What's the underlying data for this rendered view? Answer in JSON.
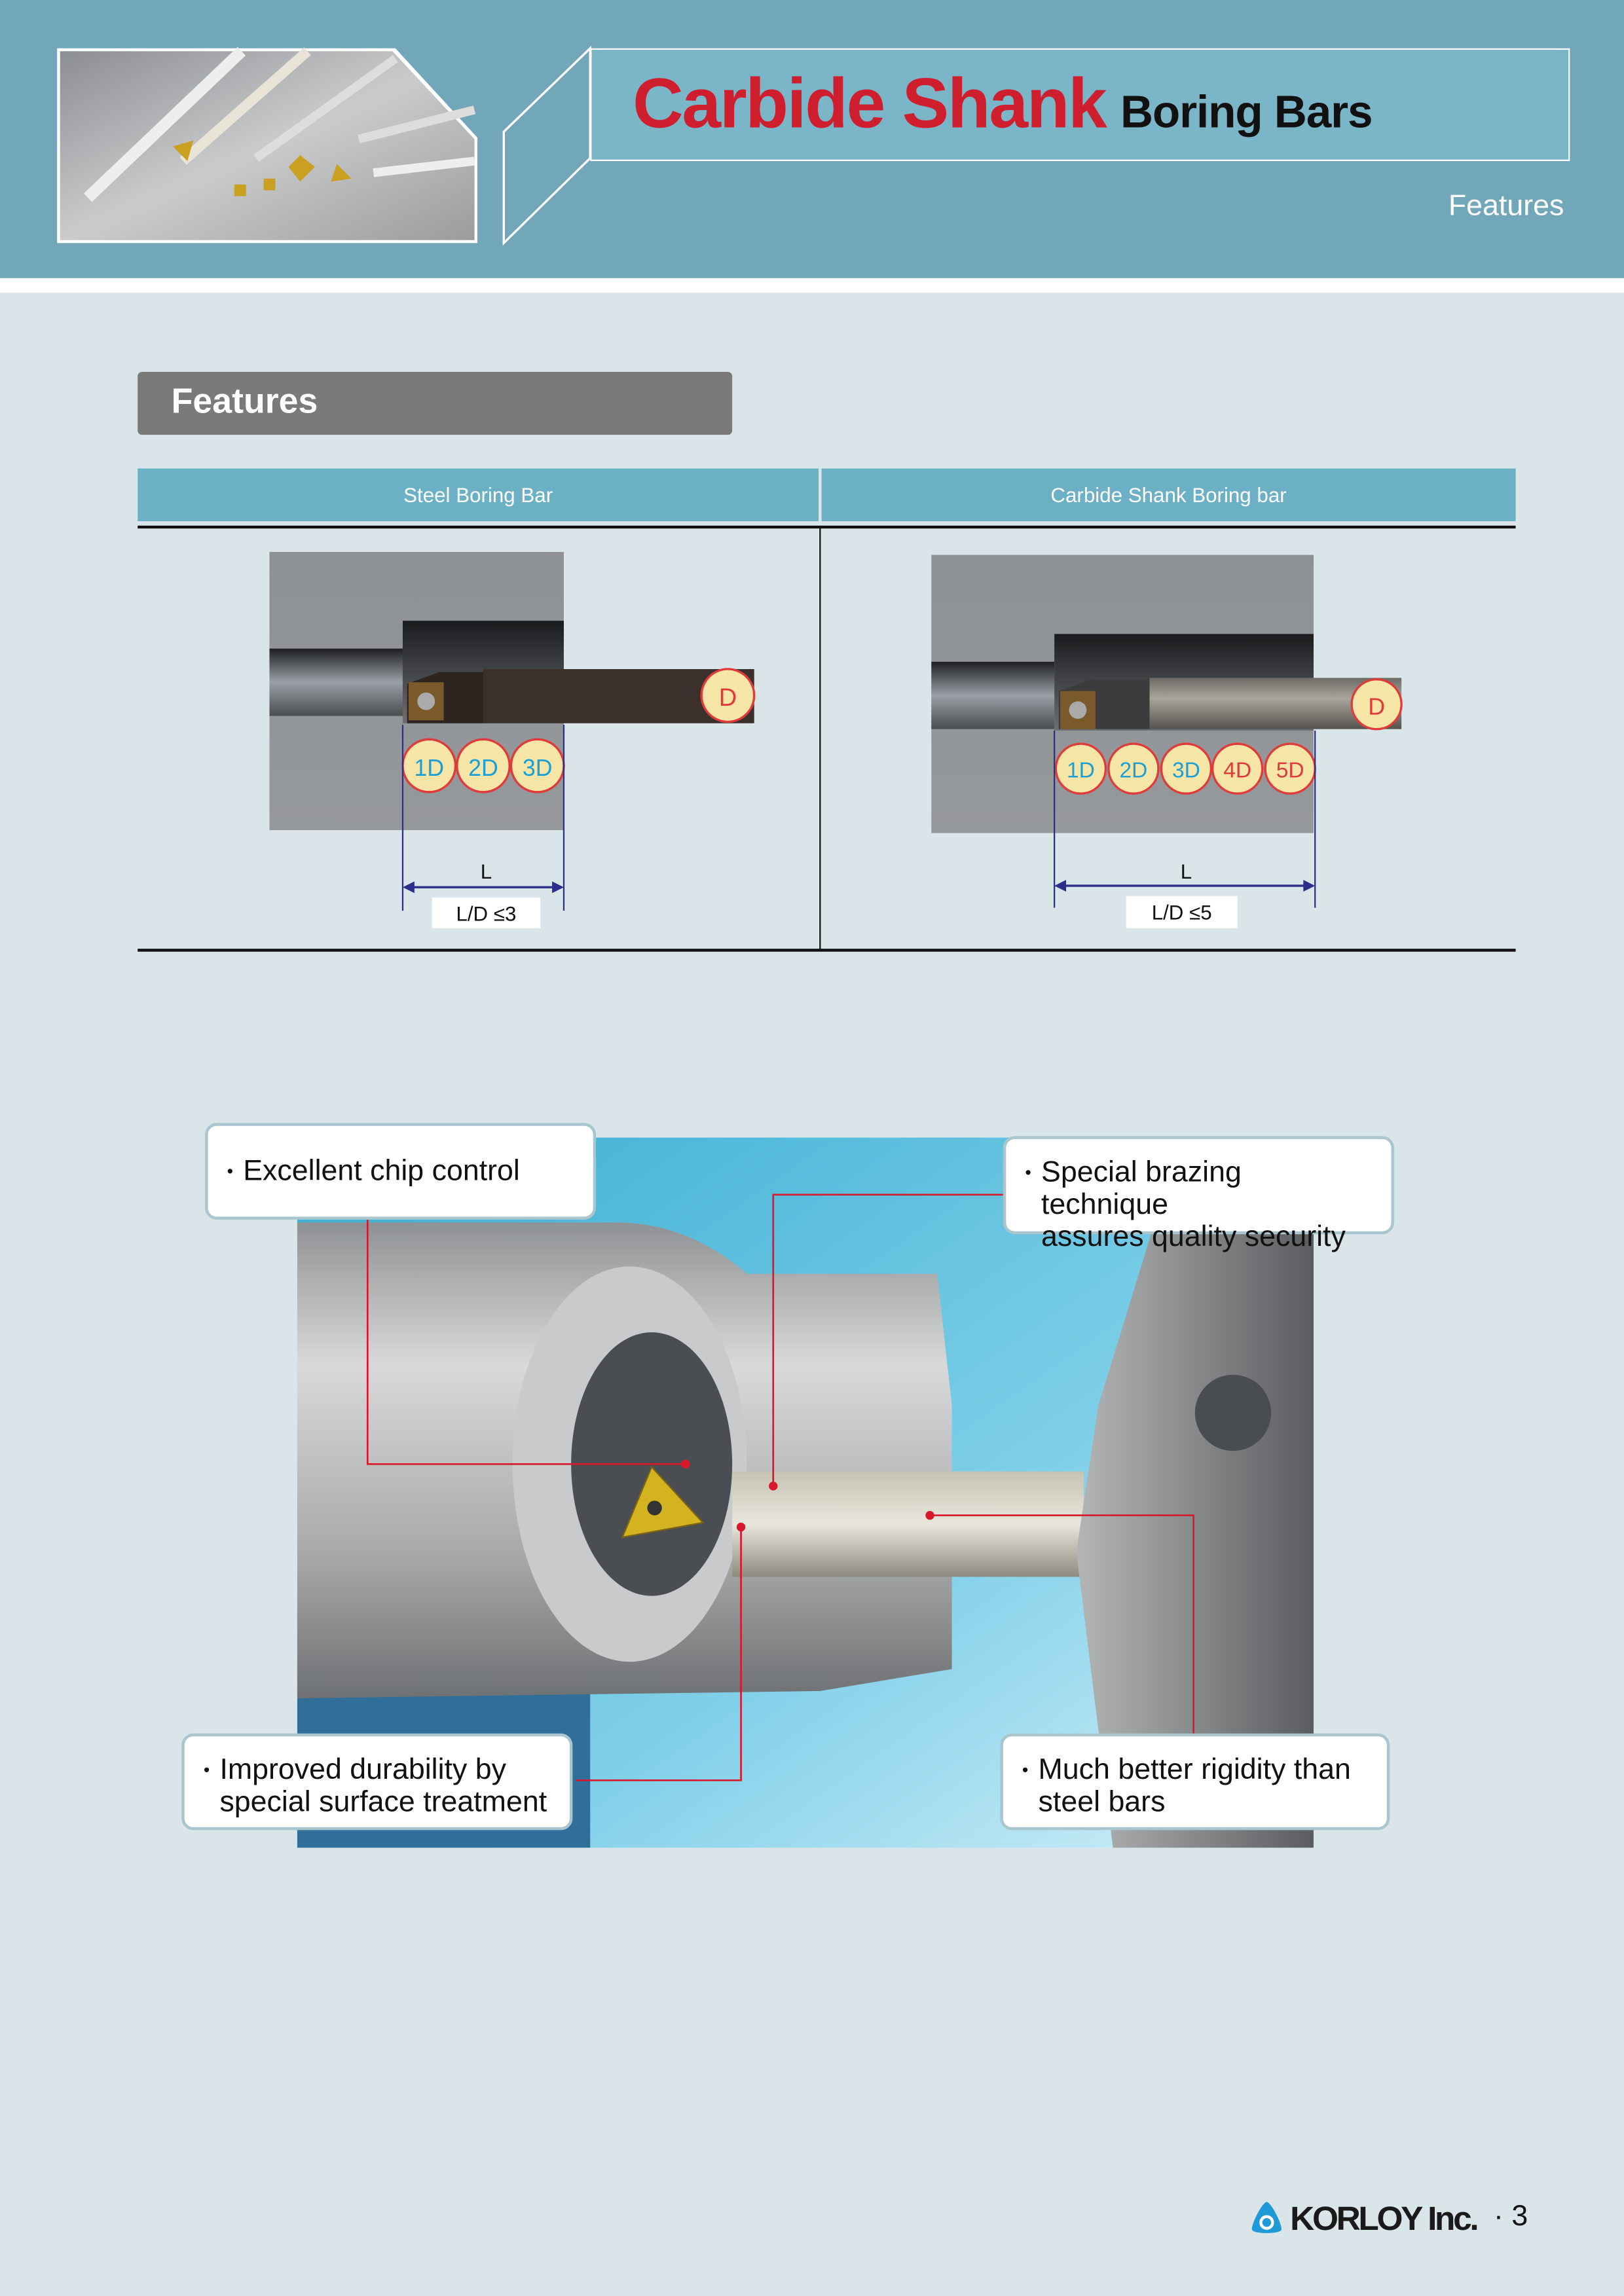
{
  "header": {
    "title_main": "Carbide Shank",
    "title_sub": "Boring Bars",
    "section": "Features"
  },
  "features_heading": "Features",
  "comparison": {
    "columns": [
      "Steel Boring Bar",
      "Carbide Shank Boring bar"
    ],
    "steel": {
      "diameter_label": "D",
      "length_marks": [
        "1D",
        "2D",
        "3D"
      ],
      "length_label": "L",
      "ratio": "L/D ≤3"
    },
    "carbide": {
      "diameter_label": "D",
      "length_marks": [
        "1D",
        "2D",
        "3D",
        "4D",
        "5D"
      ],
      "length_label": "L",
      "ratio": "L/D ≤5"
    }
  },
  "callouts": [
    {
      "lines": [
        "Excellent chip control"
      ]
    },
    {
      "lines": [
        "Special brazing technique",
        "assures quality security"
      ]
    },
    {
      "lines": [
        "Improved durability by",
        "special surface treatment"
      ]
    },
    {
      "lines": [
        "Much better rigidity than",
        "steel bars"
      ]
    }
  ],
  "footer": {
    "brand": "KORLOY Inc.",
    "page": "· 3"
  },
  "colors": {
    "header": "#72a6b9",
    "title_red": "#cf1f2e",
    "table_header": "#6cb0c6",
    "callout_line": "#d7192b",
    "mark_blue": "#1aa0d6"
  }
}
